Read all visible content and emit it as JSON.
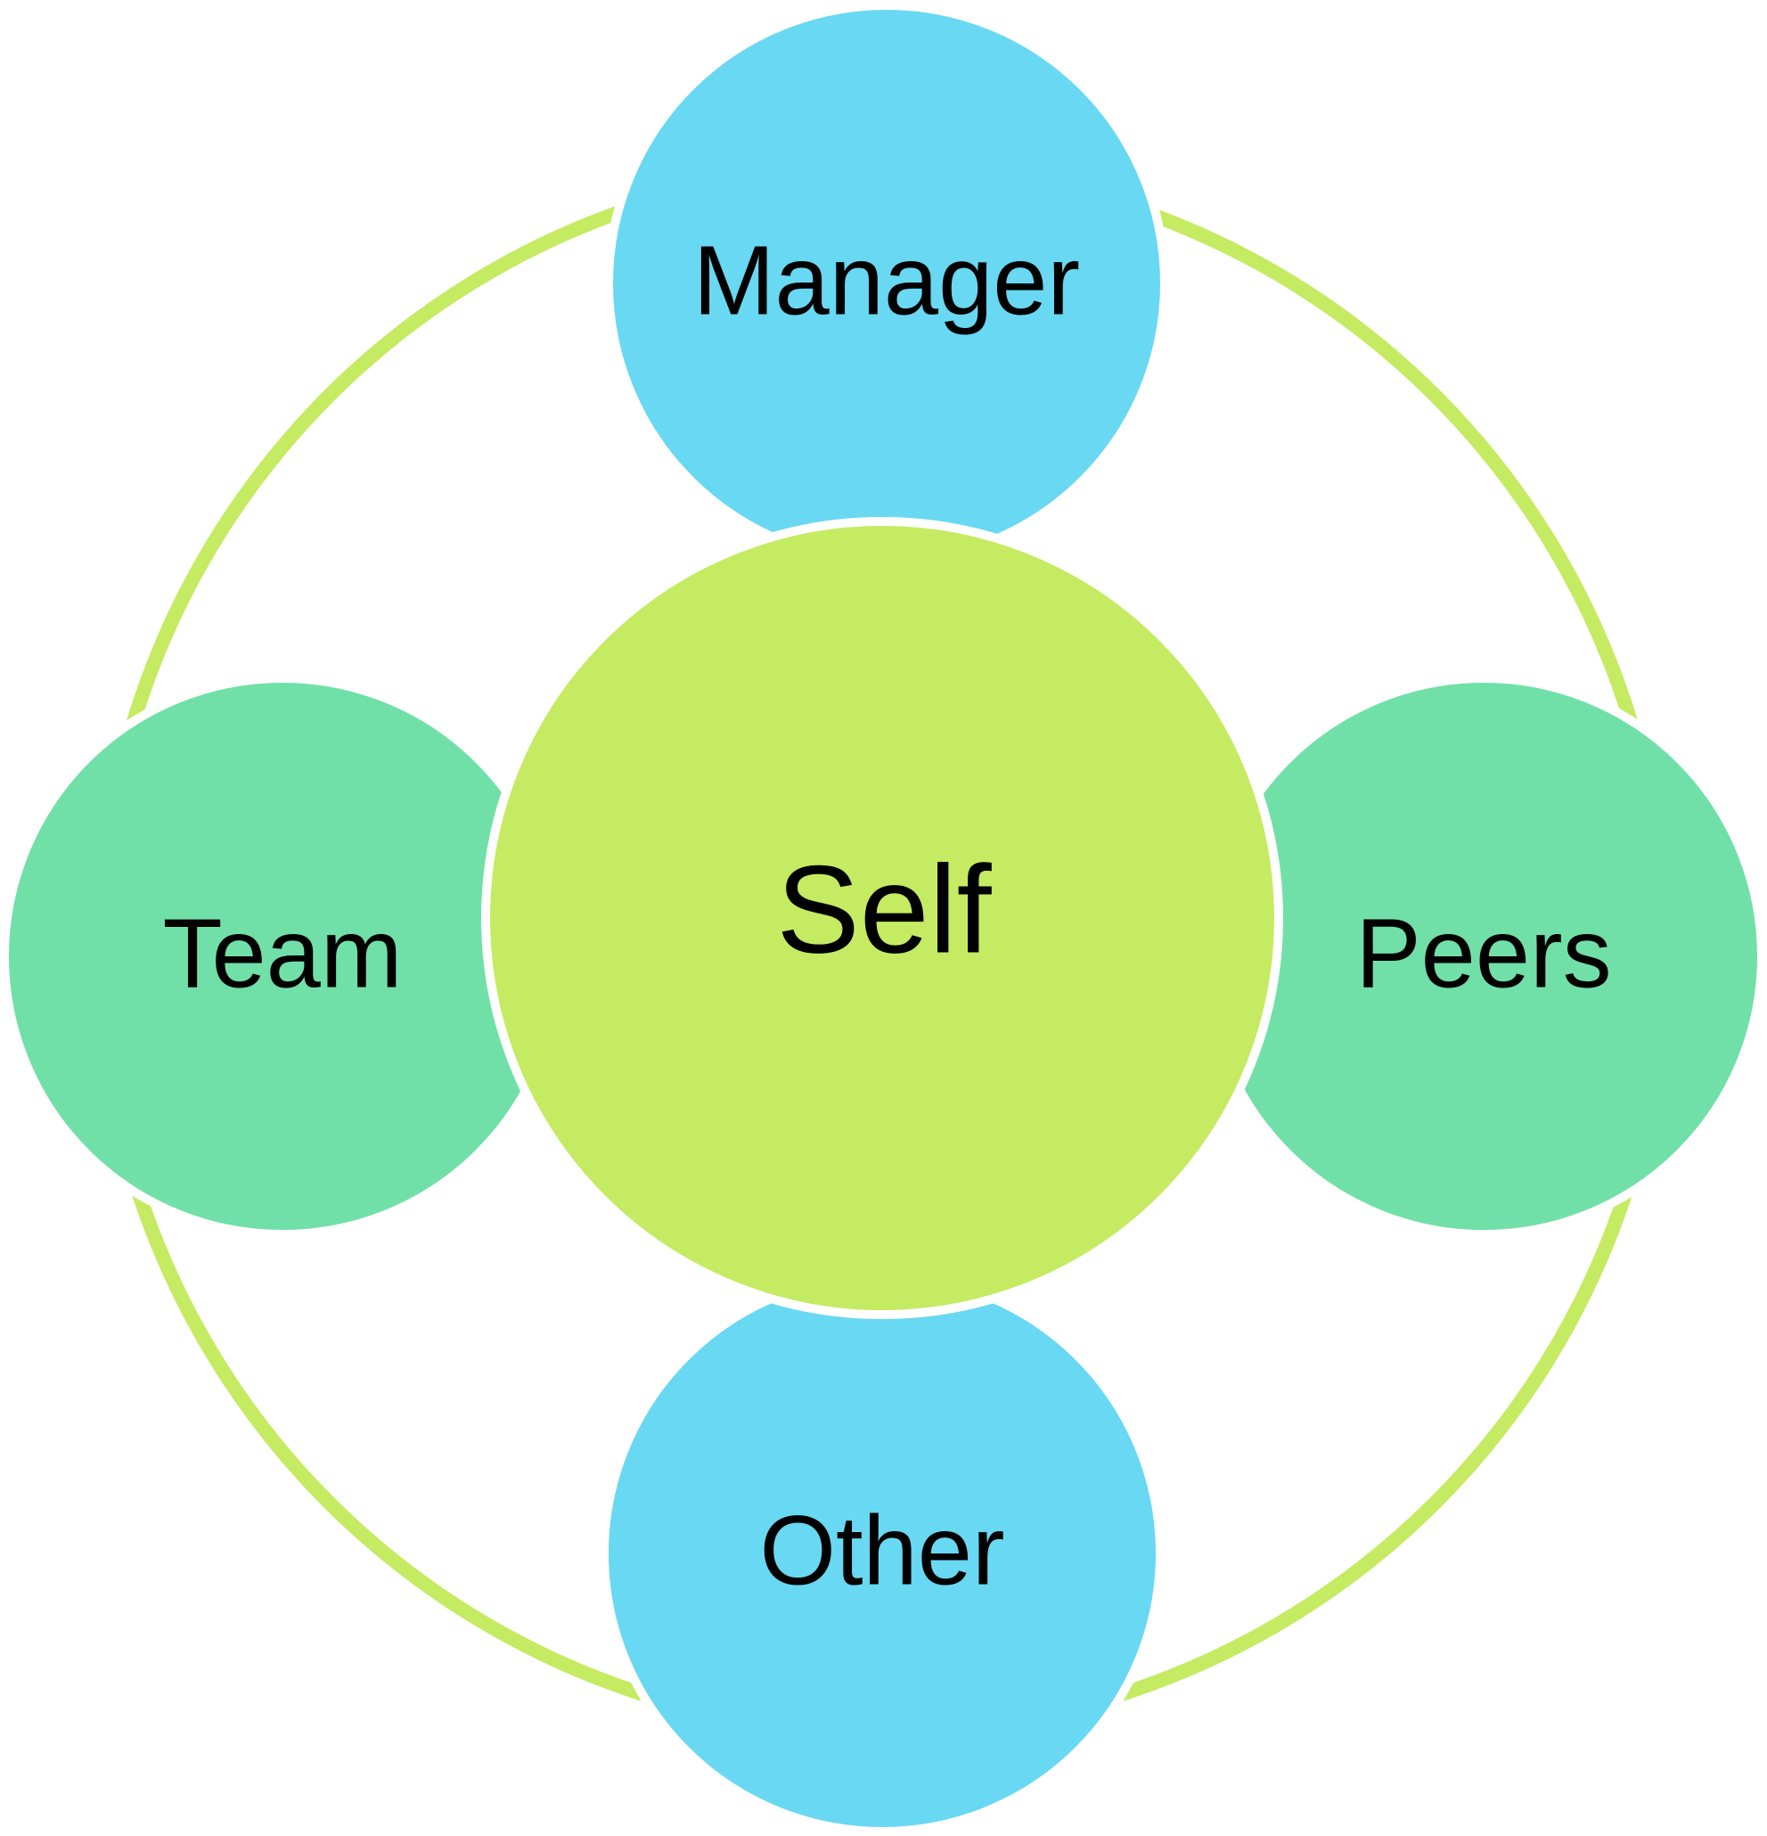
{
  "diagram": {
    "center": {
      "label": "Self",
      "color": "#c5eb62"
    },
    "nodes": {
      "top": {
        "label": "Manager",
        "color": "#69d8f2"
      },
      "right": {
        "label": "Peers",
        "color": "#71e0a8"
      },
      "bottom": {
        "label": "Other",
        "color": "#69d8f2"
      },
      "left": {
        "label": "Team",
        "color": "#71e0a8"
      }
    },
    "ring_color": "#c5eb62"
  }
}
